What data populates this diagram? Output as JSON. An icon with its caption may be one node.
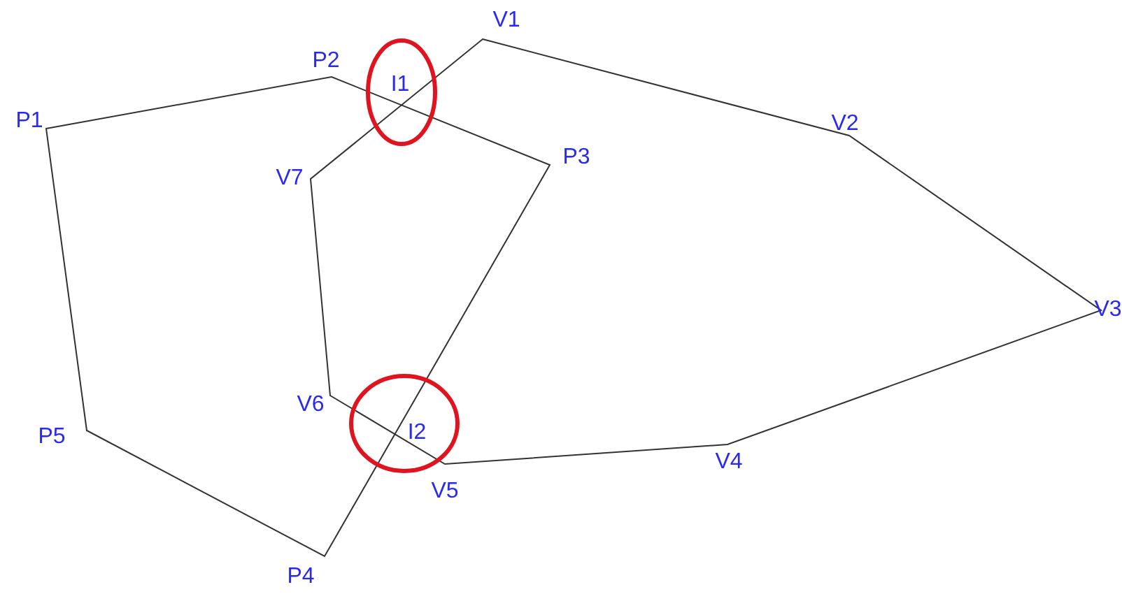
{
  "diagram": {
    "labels": [
      "V1",
      "P2",
      "I1",
      "P1",
      "V2",
      "V7",
      "P3",
      "V3",
      "V6",
      "I2",
      "P5",
      "V4",
      "V5",
      "P4"
    ]
  }
}
